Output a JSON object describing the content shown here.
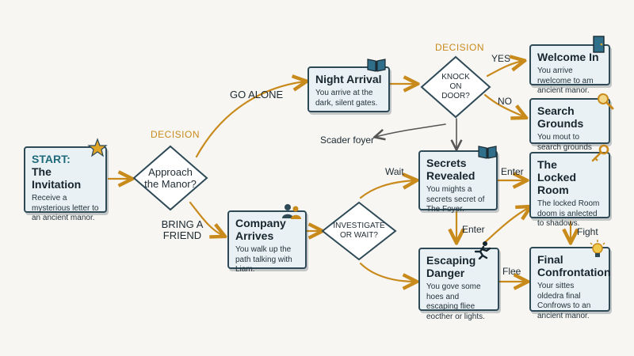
{
  "colors": {
    "accent": "#c98a1c",
    "node_fill": "#e9f1f4",
    "node_border": "#2e4a57",
    "arrow": "#c98a1c"
  },
  "start": {
    "title_top": "START:",
    "title": "The Invitation",
    "desc": "Receive a mysterious letter to an ancient manor.",
    "icon": "star-icon"
  },
  "decision1": {
    "label": "DECISION",
    "text": "Approach the Manor?"
  },
  "decision2": {
    "label": "DECISION",
    "text": "KNOCK ON DOOR?"
  },
  "decision3": {
    "text": "INVESTIGATE OR WAIT?"
  },
  "edges": {
    "go_alone": "GO ALONE",
    "bring_friend": "BRING A FRIEND",
    "yes": "YES",
    "no": "NO",
    "scader": "Scader foyer",
    "wait": "Wait",
    "enter1": "Enter",
    "enter2": "Enter",
    "fight": "Fight",
    "flee": "Flee"
  },
  "night_arrival": {
    "title": "Night Arrival",
    "desc": "You arrive at the dark, silent gates.",
    "icon": "book-icon"
  },
  "company_arrives": {
    "title": "Company Arrives",
    "desc": "You walk up the path talking with Liam.",
    "icon": "people-icon"
  },
  "welcome_in": {
    "title": "Welcome In",
    "desc": "You arrive rwelcome to am ancient manor.",
    "icon": "door-icon"
  },
  "search_grounds": {
    "title": "Search Grounds",
    "desc": "You mout to search grounds and goats.",
    "icon": "magnifier-icon"
  },
  "secrets_revealed": {
    "title": "Secrets Revealed",
    "desc": "You mights a secrets secret of The Foyer.",
    "icon": "book-icon"
  },
  "locked_room": {
    "title": "The Locked Room",
    "desc": "The locked Room doom is anlected to shadows.",
    "icon": "key-icon"
  },
  "escaping_danger": {
    "title": "Escaping Danger",
    "desc": "You gove some hoes and escaping fliee eocther or lights.",
    "icon": "runner-icon"
  },
  "final_confrontation": {
    "title": "Final Confrontation",
    "desc": "Your sittes oldedra final Confrows to an ancient manor.",
    "icon": "lightbulb-icon"
  }
}
